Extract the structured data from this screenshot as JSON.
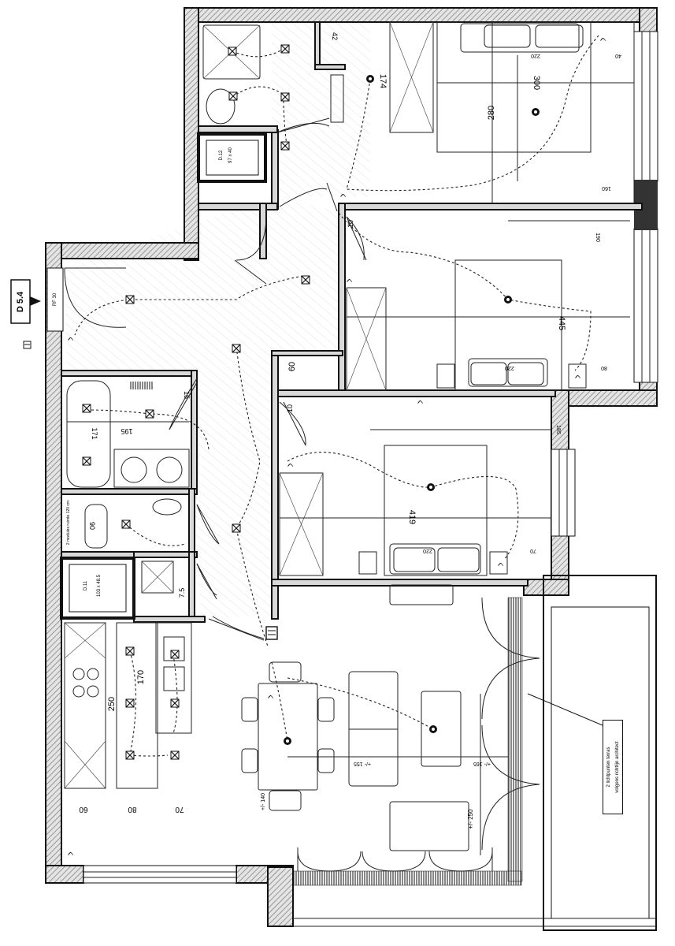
{
  "unit_tag": {
    "label": "D 5.4"
  },
  "entrance": {
    "door_label": "RF 30"
  },
  "shafts": [
    {
      "id": "shaft-top",
      "code": "D.12",
      "size": "97 x 40"
    },
    {
      "id": "shaft-kitchen",
      "code": "D.11",
      "size": "103 x 48.5"
    }
  ],
  "dimensions": {
    "bedroom1_length": "300",
    "bedroom1_width": "280",
    "bedroom1_closet": "174",
    "bedroom1_small": "42",
    "bedroom1_bed": "220",
    "bedroom1_side": "40",
    "bedroom1_bottom": "160",
    "bedroom2_length": "445",
    "bedroom2_top": "190",
    "bedroom2_bed": "220",
    "bedroom2_side": "80",
    "bedroom2_closet": "60",
    "bedroom2_door_gap": "10",
    "bedroom3_length": "419",
    "bedroom3_top": "185",
    "bedroom3_bed": "220",
    "bedroom3_side": "70",
    "bedroom3_door_gap": "10",
    "bath_width": "195",
    "bath_tub": "171",
    "bath_small": "15",
    "wc_depth": "90",
    "shaft_gap": "7.5",
    "kitchen_length": "250",
    "kitchen_island": "170",
    "kitchen_seg_a": "60",
    "kitchen_seg_b": "80",
    "kitchen_seg_c": "70",
    "living_table": "+/- 140",
    "living_sofa": "+/- 250",
    "living_span_a": "+/- 155",
    "living_span_b": "+/- 165"
  },
  "notes": {
    "wc_note": "2 modules ruimte 120 cm",
    "terrace_note_line1": "2 lichtpunten terras",
    "terrace_note_line2": "volgens richtlijn architect"
  },
  "legend": {
    "symbol": "electrical-panel-icon"
  },
  "colors": {
    "line": "#111111",
    "hatch": "#8a8a8a",
    "background": "#ffffff"
  }
}
